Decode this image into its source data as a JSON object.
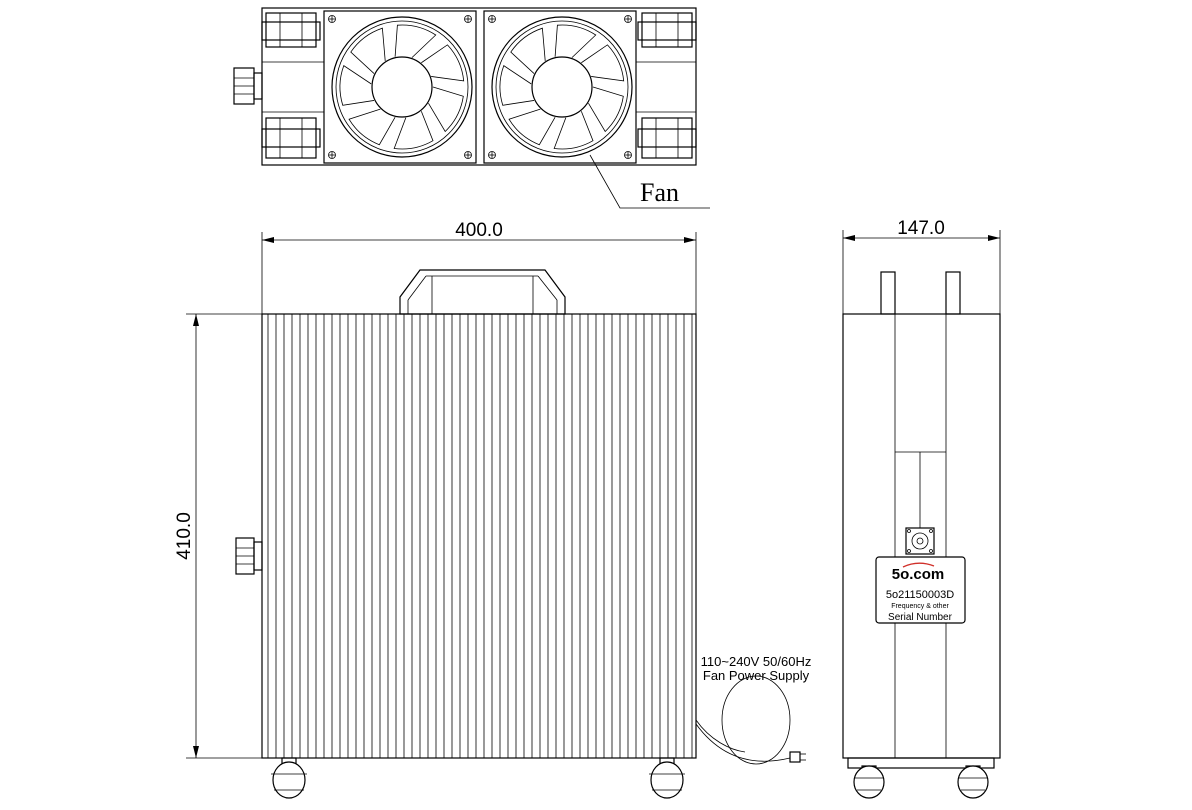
{
  "top_view": {
    "fan_label": "Fan"
  },
  "front_view": {
    "width_dimension": "400.0",
    "height_dimension": "410.0",
    "power_note_line1": "110~240V 50/60Hz",
    "power_note_line2": "Fan Power Supply"
  },
  "side_view": {
    "depth_dimension": "147.0",
    "nameplate": {
      "logo": "5o.com",
      "model": "5o21150003D",
      "frequency": "Frequency & other",
      "serial": "Serial Number"
    }
  },
  "colors": {
    "line": "#000000",
    "logo": "#1a57c2",
    "logo_accent": "#d0302a"
  }
}
